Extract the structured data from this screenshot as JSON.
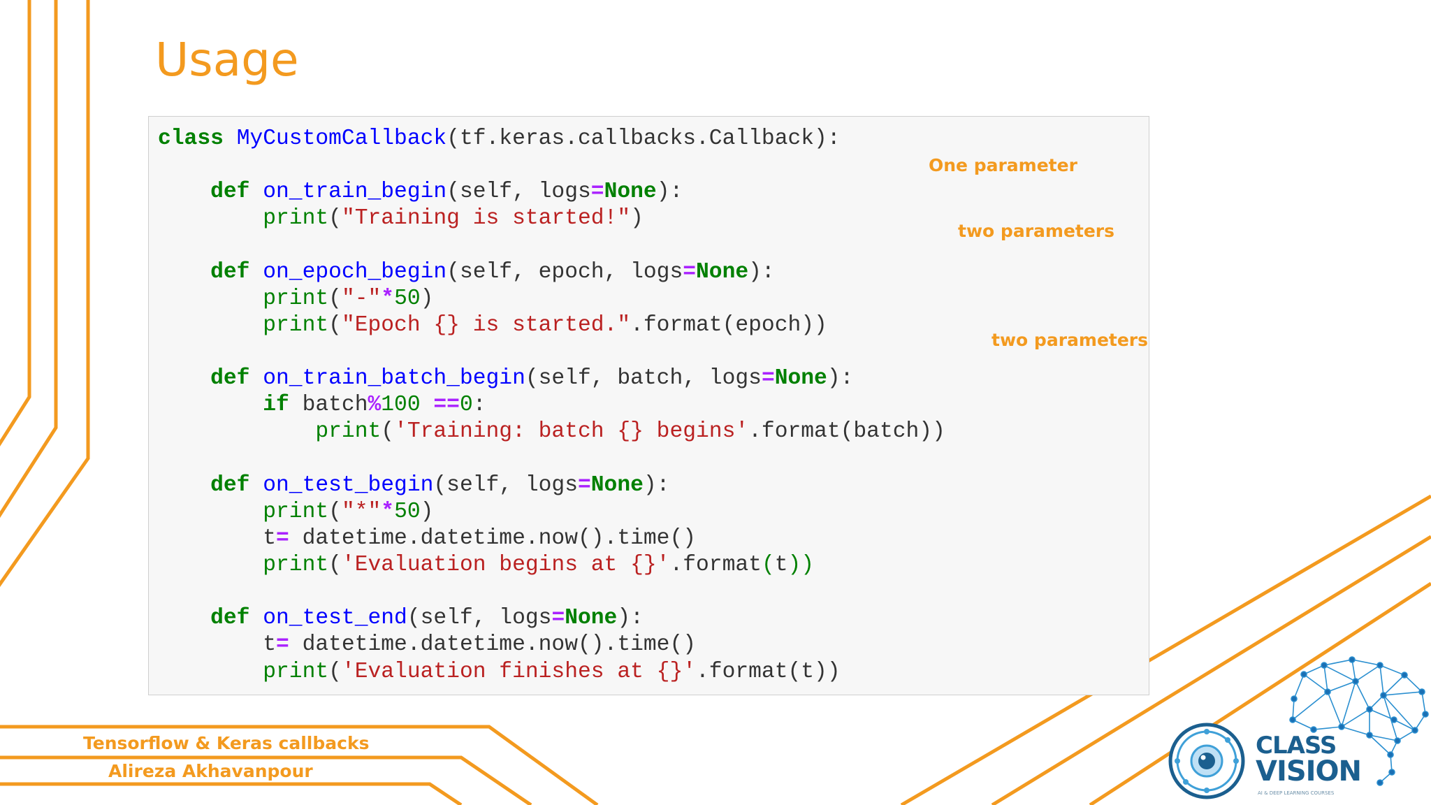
{
  "slide": {
    "title": "Usage"
  },
  "colors": {
    "accent": "#f39a1f",
    "arrow": "#e0552a",
    "logo_blue": "#1b5f8f"
  },
  "code": {
    "line1": {
      "kw": "class",
      "name": "MyCustomCallback",
      "rest": "(tf.keras.callbacks.Callback):"
    },
    "line3": {
      "kw": "def",
      "name": "on_train_begin",
      "a": "(self, logs",
      "op": "=",
      "none": "None",
      "b": "):"
    },
    "line4": {
      "fn": "print",
      "a": "(",
      "str": "\"Training is started!\"",
      "b": ")"
    },
    "line6": {
      "kw": "def",
      "name": "on_epoch_begin",
      "a": "(self, epoch, logs",
      "op": "=",
      "none": "None",
      "b": "):"
    },
    "line7": {
      "fn": "print",
      "a": "(",
      "str": "\"-\"",
      "op": "*",
      "num": "50",
      "b": ")"
    },
    "line8": {
      "fn": "print",
      "a": "(",
      "str": "\"Epoch {} is started.\"",
      "b": ".format(epoch))"
    },
    "line10": {
      "kw": "def",
      "name": "on_train_batch_begin",
      "a": "(self, batch, logs",
      "op": "=",
      "none": "None",
      "b": "):"
    },
    "line11": {
      "kw": "if",
      "a": " batch",
      "op1": "%",
      "num1": "100",
      "sp": " ",
      "op2": "==",
      "num2": "0",
      "b": ":"
    },
    "line12": {
      "fn": "print",
      "a": "(",
      "str": "'Training: batch {} begins'",
      "b": ".format(batch))"
    },
    "line14": {
      "kw": "def",
      "name": "on_test_begin",
      "a": "(self, logs",
      "op": "=",
      "none": "None",
      "b": "):"
    },
    "line15": {
      "fn": "print",
      "a": "(",
      "str": "\"*\"",
      "op": "*",
      "num": "50",
      "b": ")"
    },
    "line16": {
      "a": "t",
      "op": "=",
      "b": " datetime.datetime.now().time()"
    },
    "line17": {
      "fn": "print",
      "a": "(",
      "str": "'Evaluation begins at {}'",
      "b": ".format",
      "c": "(",
      "d": "t",
      "e": "))"
    },
    "line19": {
      "kw": "def",
      "name": "on_test_end",
      "a": "(self, logs",
      "op": "=",
      "none": "None",
      "b": "):"
    },
    "line20": {
      "a": "t",
      "op": "=",
      "b": " datetime.datetime.now().time()"
    },
    "line21": {
      "fn": "print",
      "a": "(",
      "str": "'Evaluation finishes at {}'",
      "b": ".format(t))"
    }
  },
  "annotations": {
    "one_parameter": "One parameter",
    "two_parameters_epoch": "two parameters",
    "two_parameters_batch": "two parameters"
  },
  "footer": {
    "course": "Tensorflow & Keras callbacks",
    "author": "Alireza Akhavanpour"
  },
  "logo": {
    "line1": "CLASS",
    "line2": "VISION",
    "tagline": "AI & DEEP LEARNING COURSES"
  }
}
